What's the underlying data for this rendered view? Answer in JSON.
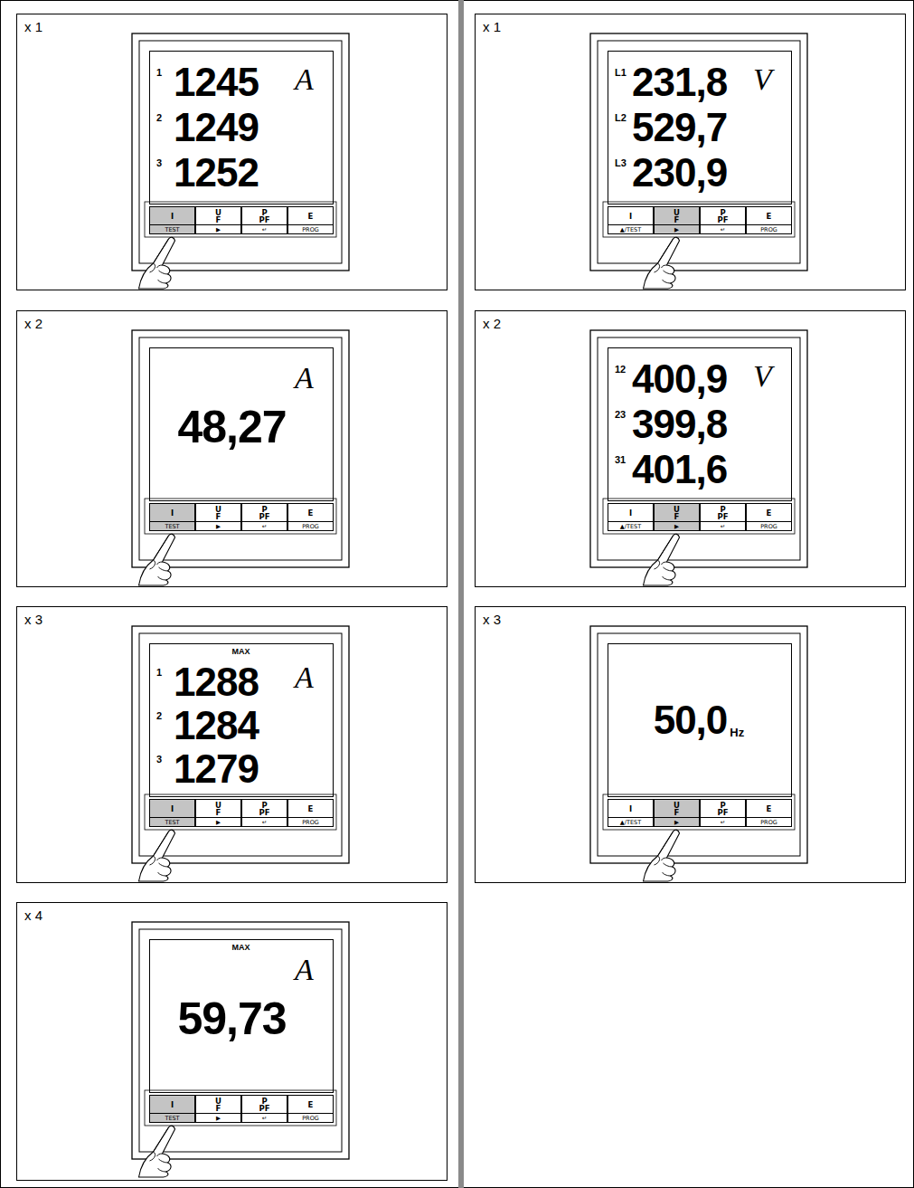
{
  "diagram": {
    "nodes": [
      {
        "text": [
          "x 1"
        ]
      },
      {
        "text": [
          "1",
          "1245",
          "2",
          "1249",
          "3",
          "1252",
          "A"
        ],
        "in": 0
      },
      {
        "text": [
          "I",
          "TEST"
        ],
        "in": 0
      },
      {
        "text": [
          "U F",
          "▶"
        ],
        "in": 0
      },
      {
        "text": [
          "P PF",
          "↵"
        ],
        "in": 0
      },
      {
        "text": [
          "E",
          "PROG"
        ],
        "in": 0
      },
      {
        "text": [
          "x 2"
        ]
      },
      {
        "text": [
          "48,27",
          "A"
        ],
        "in": 6
      },
      {
        "text": [
          "I",
          "TEST"
        ],
        "in": 6
      },
      {
        "text": [
          "U F",
          "▶"
        ],
        "in": 6
      },
      {
        "text": [
          "P PF",
          "↵"
        ],
        "in": 6
      },
      {
        "text": [
          "E",
          "PROG"
        ],
        "in": 6
      },
      {
        "text": [
          "x 3"
        ]
      },
      {
        "text": [
          "MAX",
          "1",
          "1288",
          "2",
          "1284",
          "3",
          "1279",
          "A"
        ],
        "in": 12
      },
      {
        "text": [
          "I",
          "TEST"
        ],
        "in": 12
      },
      {
        "text": [
          "U F",
          "▶"
        ],
        "in": 12
      },
      {
        "text": [
          "P PF",
          "↵"
        ],
        "in": 12
      },
      {
        "text": [
          "E",
          "PROG"
        ],
        "in": 12
      },
      {
        "text": [
          "x 4"
        ]
      },
      {
        "text": [
          "MAX",
          "59,73",
          "A"
        ],
        "in": 18
      },
      {
        "text": [
          "I",
          "TEST"
        ],
        "in": 18
      },
      {
        "text": [
          "U F",
          "▶"
        ],
        "in": 18
      },
      {
        "text": [
          "P PF",
          "↵"
        ],
        "in": 18
      },
      {
        "text": [
          "E",
          "PROG"
        ],
        "in": 18
      },
      {
        "text": [
          "x 1"
        ]
      },
      {
        "text": [
          "L1",
          "231,8",
          "L2",
          "529,7",
          "L3",
          "230,9",
          "V"
        ],
        "in": 24
      },
      {
        "text": [
          "I",
          "▲/TEST"
        ],
        "in": 24
      },
      {
        "text": [
          "U F",
          "▶"
        ],
        "in": 24
      },
      {
        "text": [
          "P PF",
          "↵"
        ],
        "in": 24
      },
      {
        "text": [
          "E",
          "PROG"
        ],
        "in": 24
      },
      {
        "text": [
          "x 2"
        ]
      },
      {
        "text": [
          "12",
          "400,9",
          "23",
          "399,8",
          "31",
          "401,6",
          "V"
        ],
        "in": 30
      },
      {
        "text": [
          "I",
          "▲/TEST"
        ],
        "in": 30
      },
      {
        "text": [
          "U F",
          "▶"
        ],
        "in": 30
      },
      {
        "text": [
          "P PF",
          "↵"
        ],
        "in": 30
      },
      {
        "text": [
          "E",
          "PROG"
        ],
        "in": 30
      },
      {
        "text": [
          "x 3"
        ]
      },
      {
        "text": [
          "50,0",
          "Hz"
        ],
        "in": 36
      },
      {
        "text": [
          "I",
          "▲/TEST"
        ],
        "in": 36
      },
      {
        "text": [
          "U F",
          "▶"
        ],
        "in": 36
      },
      {
        "text": [
          "P PF",
          "↵"
        ],
        "in": 36
      },
      {
        "text": [
          "E",
          "PROG"
        ],
        "in": 36
      }
    ]
  }
}
